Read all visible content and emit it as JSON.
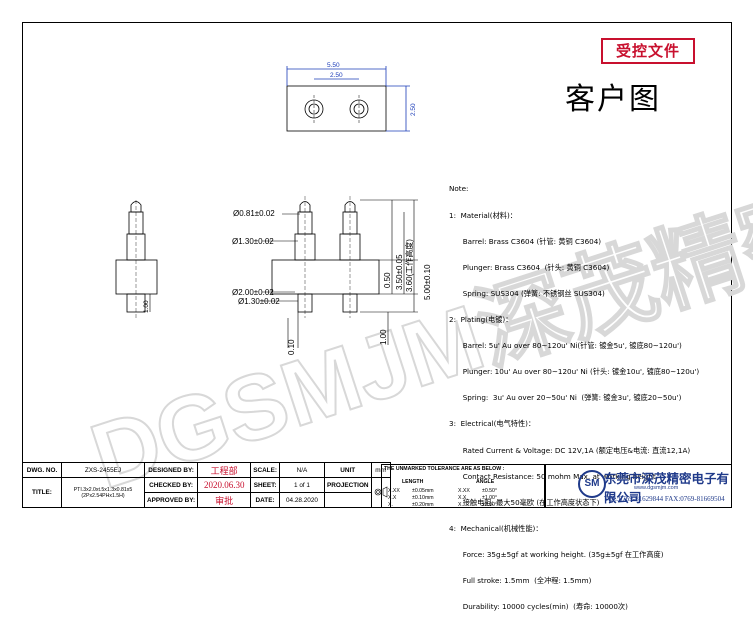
{
  "stamp": "受控文件",
  "view_title": "客户图",
  "watermark_text": "DGSMJM深茂精密",
  "dims": {
    "top_width": "5.50",
    "top_pitch": "2.50",
    "top_height": "2.50",
    "d_tip": "Ø0.81±0.02",
    "d_plunger": "Ø1.30±0.02",
    "d_barrel": "Ø2.00±0.02",
    "d_tail": "Ø1.30±0.02",
    "h_050": "0.50",
    "h_350": "3.50±0.05",
    "h_360": "3.60(工作高度)",
    "h_500": "5.00±0.10",
    "t_010": "0.10",
    "tail_100": "1.00",
    "side_100": "1.00"
  },
  "notes": {
    "head": "Note:",
    "lines": [
      "1:  Material(材料)：",
      "      Barrel: Brass C3604 (针管: 黄铜 C3604)",
      "      Plunger: Brass C3604  (针头: 黄铜 C3604)",
      "      Spring: SUS304 (弹簧: 不锈钢丝 SUS304)",
      "2:  Plating(电镀)：",
      "      Barrel: 5u' Au over 80~120u' Ni(针管: 镀金5u', 镀底80~120u')",
      "      Plunger: 10u' Au over 80~120u' Ni (针头: 镀金10u', 镀底80~120u')",
      "      Spring:  3u' Au over 20~50u' Ni  (弹簧: 镀金3u', 镀底20~50u')",
      "3:  Electrical(电气特性)：",
      "      Rated Current & Voltage: DC 12V,1A (额定电压&电流: 直流12,1A)",
      "      Contact Resistance: 50 mohm Max. at working height.",
      "      接触电阻: 最大50毫欧 (在工作高度状态下)",
      "4:  Mechanical(机械性能)：",
      "      Force: 35g±5gf at working height. (35g±5gf 在工作高度)",
      "      Full stroke: 1.5mm  (全冲程: 1.5mm)",
      "      Durability: 10000 cycles(min)  (寿命: 10000次)"
    ]
  },
  "title_block": {
    "dwg_no_label": "DWG. NO.",
    "dwg_no": "ZXS-2455EJ",
    "title_label": "TITLE:",
    "title_line1": "PTI.3x2.0xt.5x1.3x0.81x5",
    "title_line2": "(2Px2.54PHx1.5H)",
    "designed_by": "DESIGNED BY:",
    "designed_val": "工程部",
    "checked_by": "CHECKED BY:",
    "checked_val": "2020.06.30",
    "approved_by": "APPROVED BY:",
    "approved_val": "审批",
    "scale_label": "SCALE:",
    "scale_val": "N/A",
    "sheet_label": "SHEET:",
    "sheet_val": "1 of 1",
    "date_label": "DATE:",
    "date_val": "04.28.2020",
    "unit_label": "UNIT",
    "unit_val": "mm",
    "projection_label": "PROJECTION"
  },
  "tolerance": {
    "title": "THE UNMARKED TOLERANCE ARE AS BELOW :",
    "length_label": "LENGTH",
    "angle_label": "ANGLE",
    "rows": [
      [
        "X.XX",
        "±0.05mm",
        "X.XX",
        "±0.50°"
      ],
      [
        "X.X",
        "±0.10mm",
        "X.X",
        "±1.00°"
      ],
      [
        "X.",
        "±0.20mm",
        "X.",
        "±2.00°"
      ]
    ]
  },
  "company": {
    "logo": "SM",
    "name": "东莞市深茂精密电子有限公司",
    "url": "www.dgsmjm.com",
    "tel": "TEL:0769-81629844   FAX:0769-81669504"
  }
}
